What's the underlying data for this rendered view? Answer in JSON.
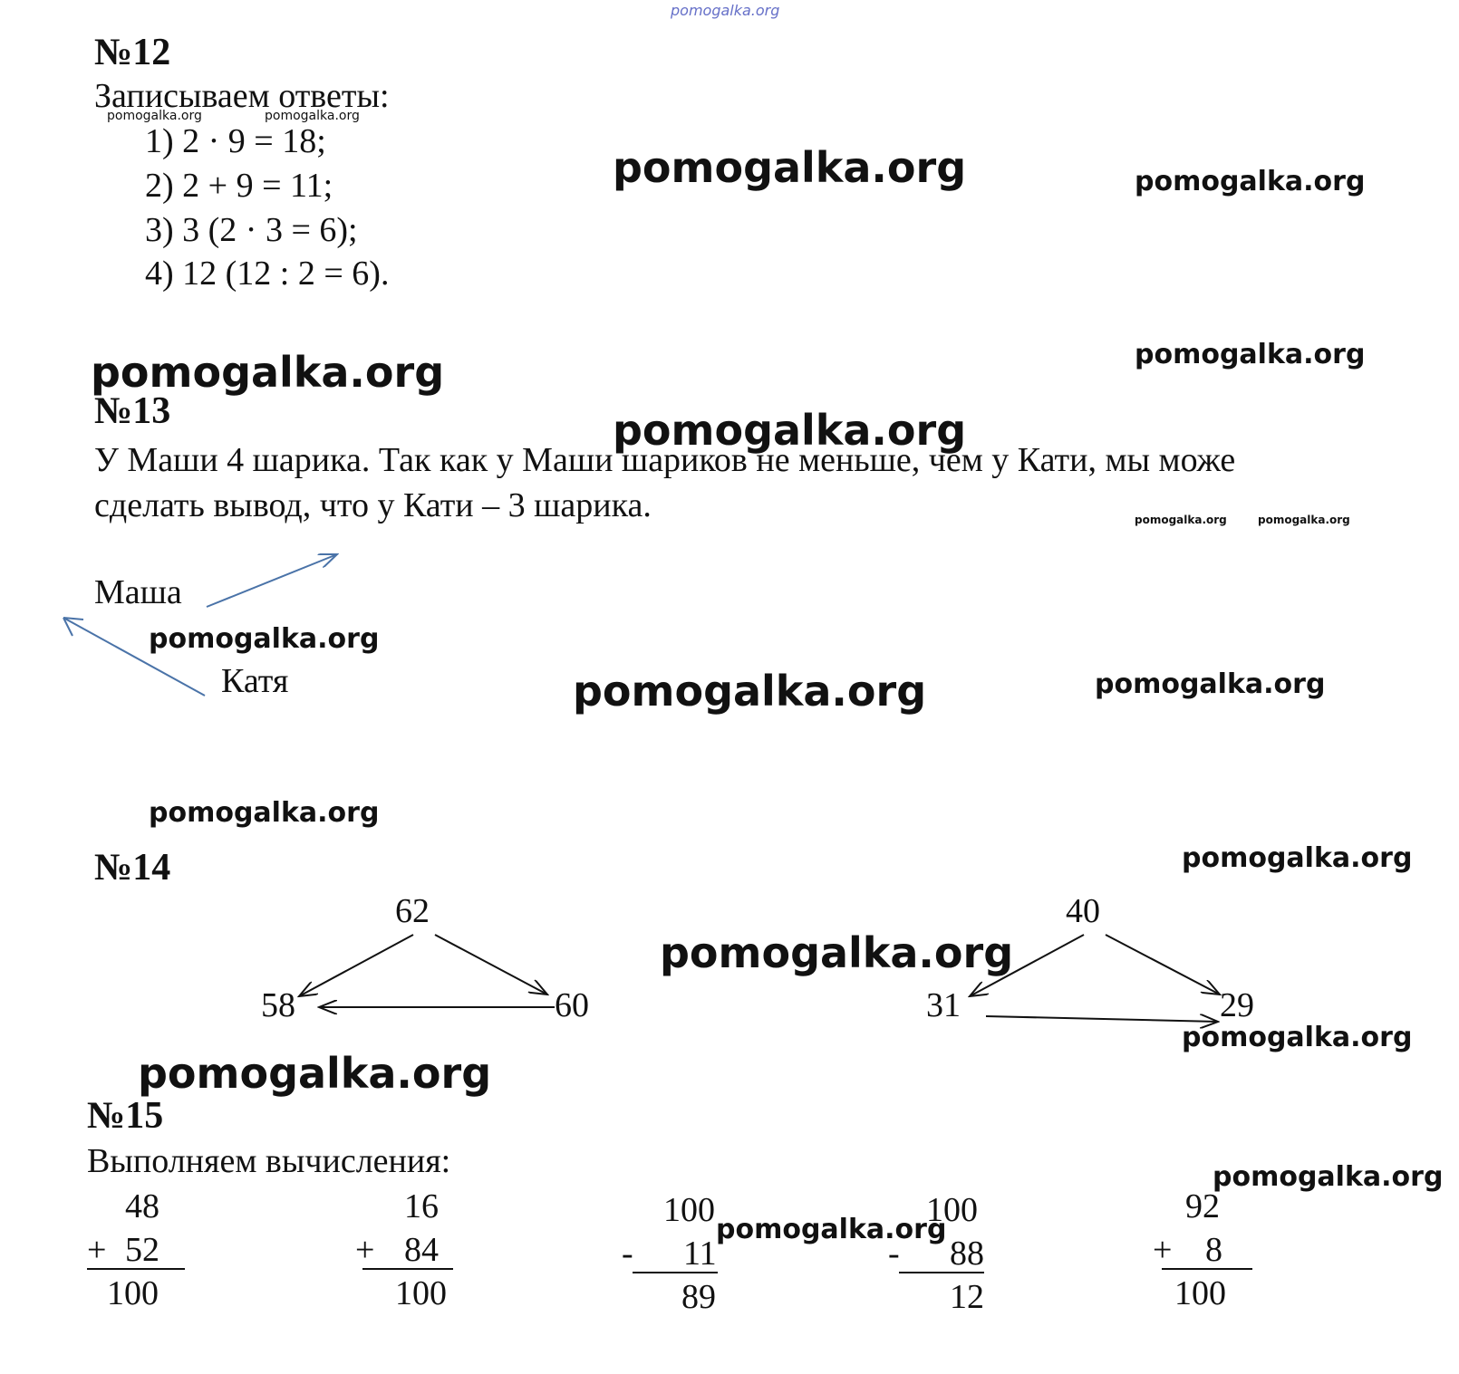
{
  "watermarks": {
    "top": "pomogalka.org",
    "wm": "pomogalka.org"
  },
  "task12": {
    "heading": "№12",
    "intro": "Записываем ответы:",
    "items": [
      "1)  2 · 9 = 18;",
      "2)  2 + 9 = 11;",
      "3)  3 (2 · 3 = 6);",
      "4)  12 (12 : 2 = 6)."
    ]
  },
  "task13": {
    "heading": "№13",
    "line1": "У Маши 4 шарика. Так как у Маши шариков не меньше, чем у Кати, мы може",
    "line2": "сделать вывод, что у Кати – 3 шарика.",
    "masha": "Маша",
    "katya": "Катя"
  },
  "task14": {
    "heading": "№14",
    "left": {
      "top": "62",
      "left": "58",
      "right": "60"
    },
    "right": {
      "top": "40",
      "left": "31",
      "right": "29"
    }
  },
  "task15": {
    "heading": "№15",
    "intro": "Выполняем вычисления:",
    "calcs": [
      {
        "a": "48",
        "op": "+",
        "b": "52",
        "result": "100"
      },
      {
        "a": "16",
        "op": "+",
        "b": "84",
        "result": "100"
      },
      {
        "a": "100",
        "op": "-",
        "b": "11",
        "result": "89"
      },
      {
        "a": "100",
        "op": "-",
        "b": "88",
        "result": "12"
      },
      {
        "a": "92",
        "op": "+",
        "b": "8",
        "result": "100"
      }
    ]
  }
}
